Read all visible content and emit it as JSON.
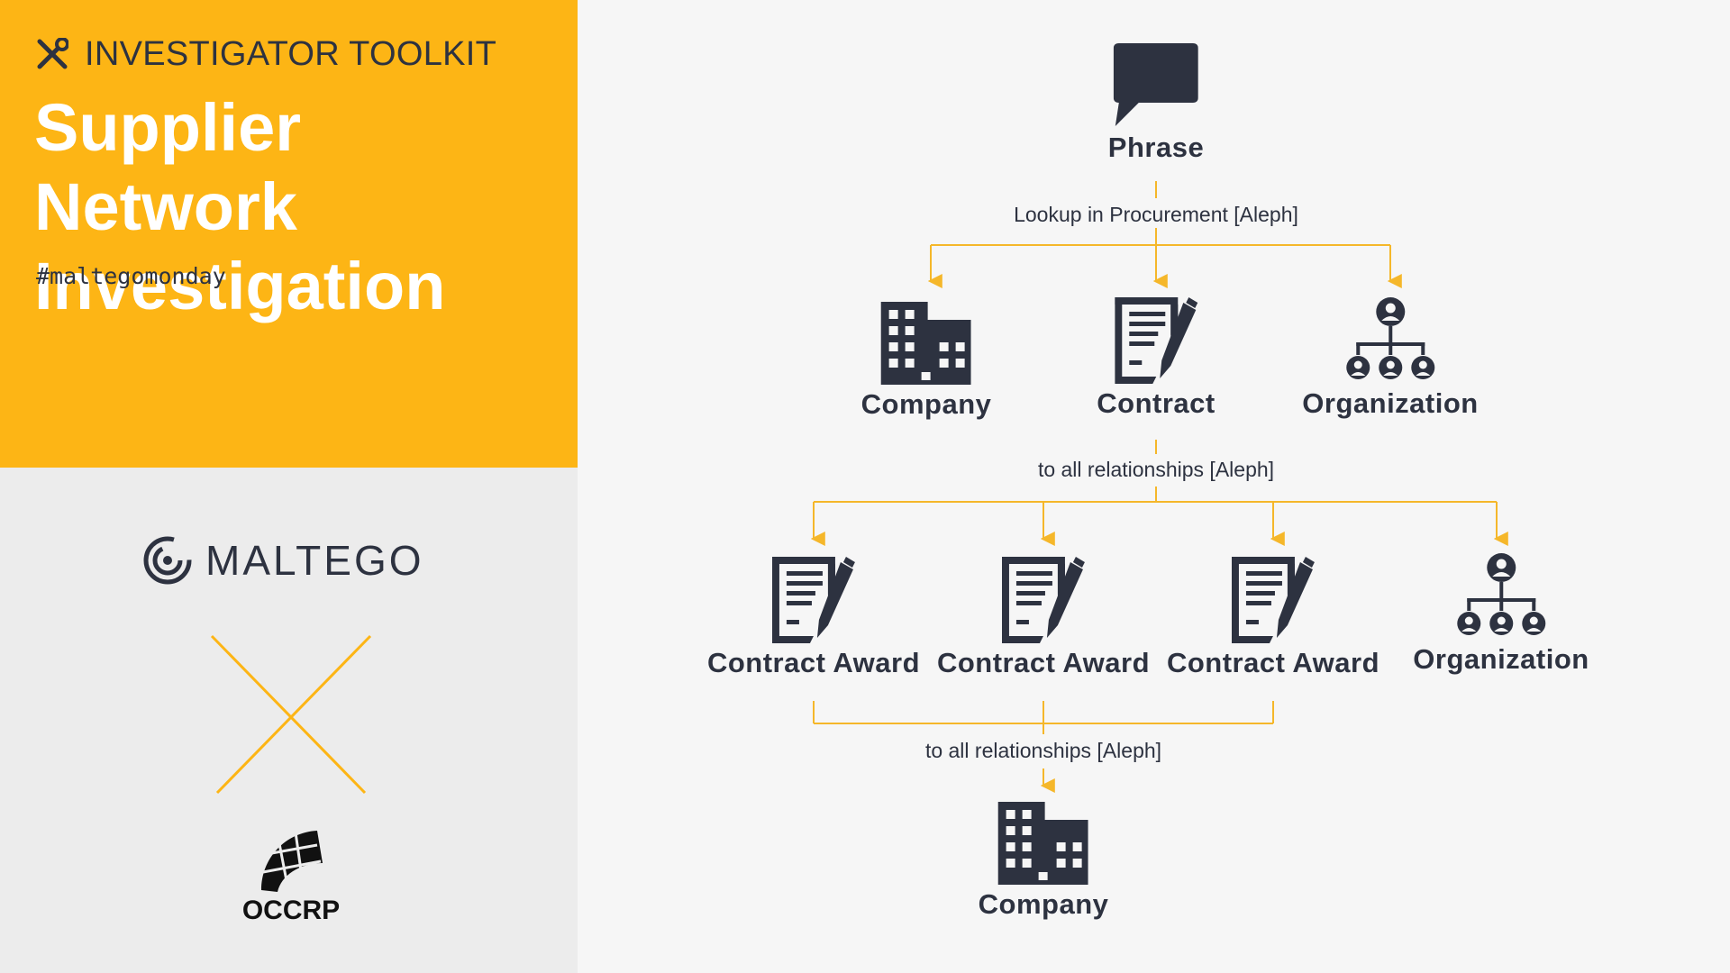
{
  "header": {
    "toolkit_label": "INVESTIGATOR TOOLKIT",
    "title": "Supplier Network Investigation",
    "hashtag": "#maltegomonday"
  },
  "logos": {
    "maltego": "MALTEGO",
    "occrp": "OCCRP"
  },
  "icons": {
    "toolkit": "tools-icon",
    "phrase": "speech-bubble-icon",
    "company": "building-icon",
    "contract": "document-pen-icon",
    "organization": "org-chart-icon"
  },
  "colors": {
    "accent": "#fdb515",
    "dark": "#2d3240",
    "connector": "#f5b72a",
    "panel_gray": "#ececec",
    "background": "#f6f6f6"
  },
  "diagram": {
    "nodes": {
      "phrase": "Phrase",
      "company_1": "Company",
      "contract": "Contract",
      "organization_1": "Organization",
      "award_1": "Contract Award",
      "award_2": "Contract Award",
      "award_3": "Contract Award",
      "organization_2": "Organization",
      "company_2": "Company"
    },
    "edges": {
      "e1": "Lookup in Procurement [Aleph]",
      "e2": "to all relationships [Aleph]",
      "e3": "to all relationships [Aleph]"
    }
  }
}
